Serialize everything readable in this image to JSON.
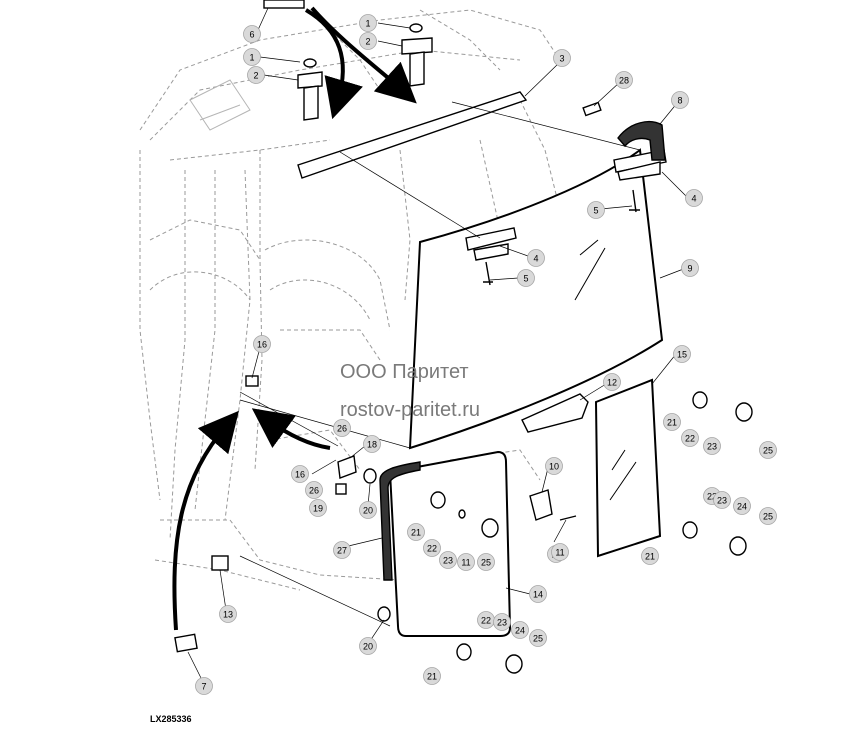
{
  "watermark": {
    "company": "ООО Паритет",
    "site": "rostov-paritet.ru"
  },
  "drawing_code": "LX285336",
  "callouts": [
    "1",
    "1",
    "2",
    "2",
    "3",
    "4",
    "4",
    "5",
    "5",
    "6",
    "7",
    "8",
    "9",
    "10",
    "11",
    "11",
    "11",
    "12",
    "13",
    "14",
    "15",
    "16",
    "16",
    "18",
    "19",
    "20",
    "20",
    "21",
    "21",
    "21",
    "21",
    "22",
    "22",
    "22",
    "22",
    "23",
    "23",
    "23",
    "23",
    "24",
    "24",
    "25",
    "25",
    "25",
    "25",
    "26",
    "26",
    "27",
    "28"
  ]
}
